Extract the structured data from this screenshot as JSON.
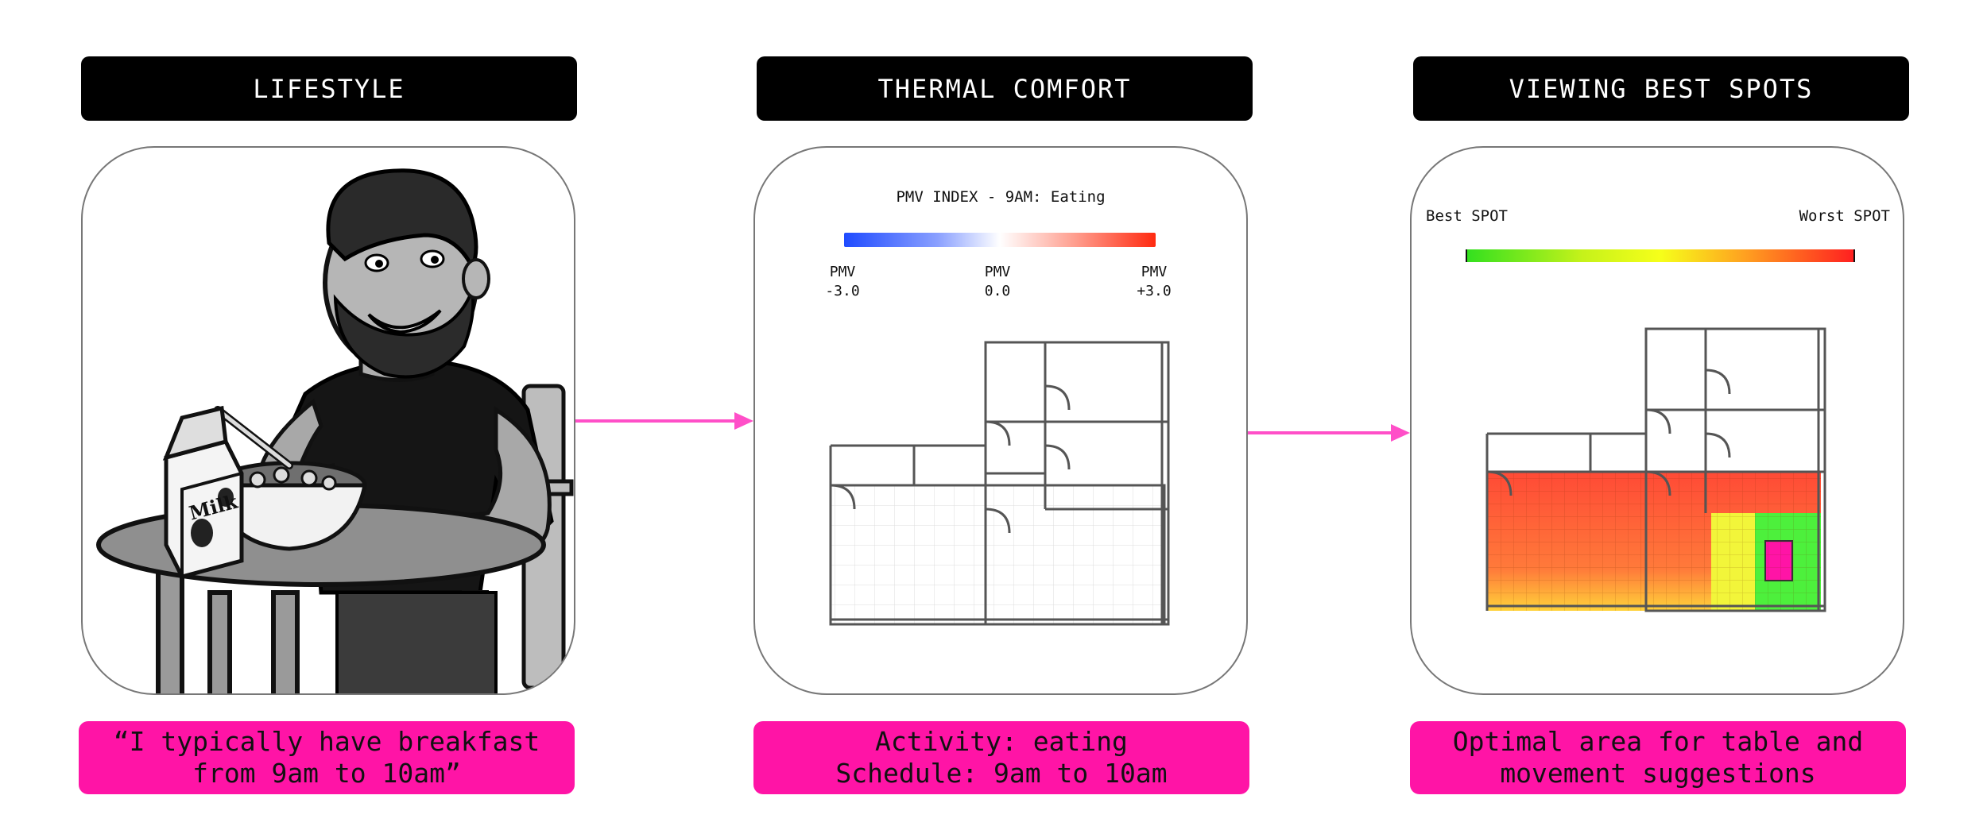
{
  "panels": [
    {
      "header": "LIFESTYLE",
      "caption_lines": [
        "“I typically have breakfast",
        "from 9am to 10am”"
      ],
      "illustration_label": "Milk"
    },
    {
      "header": "THERMAL COMFORT",
      "scale_title": "PMV INDEX - 9AM: Eating",
      "ticks": [
        {
          "label": "PMV",
          "value": "-3.0"
        },
        {
          "label": "PMV",
          "value": "0.0"
        },
        {
          "label": "PMV",
          "value": "+3.0"
        }
      ],
      "caption_lines": [
        "Activity: eating",
        "Schedule: 9am to 10am"
      ]
    },
    {
      "header": "VIEWING BEST SPOTS",
      "scale_left": "Best SPOT",
      "scale_right": "Worst SPOT",
      "caption_lines": [
        "Optimal area for table and",
        "movement suggestions"
      ]
    }
  ],
  "colors": {
    "header_bg": "#000000",
    "caption_bg": "#ff14a6",
    "arrow": "#ff4fc8",
    "pmv_cold": "#1f4bff",
    "pmv_neutral": "#ffffff",
    "pmv_hot": "#ff2a10",
    "spot_best": "#33e01f",
    "spot_mid": "#f6ff1a",
    "spot_worst": "#ff2020"
  }
}
